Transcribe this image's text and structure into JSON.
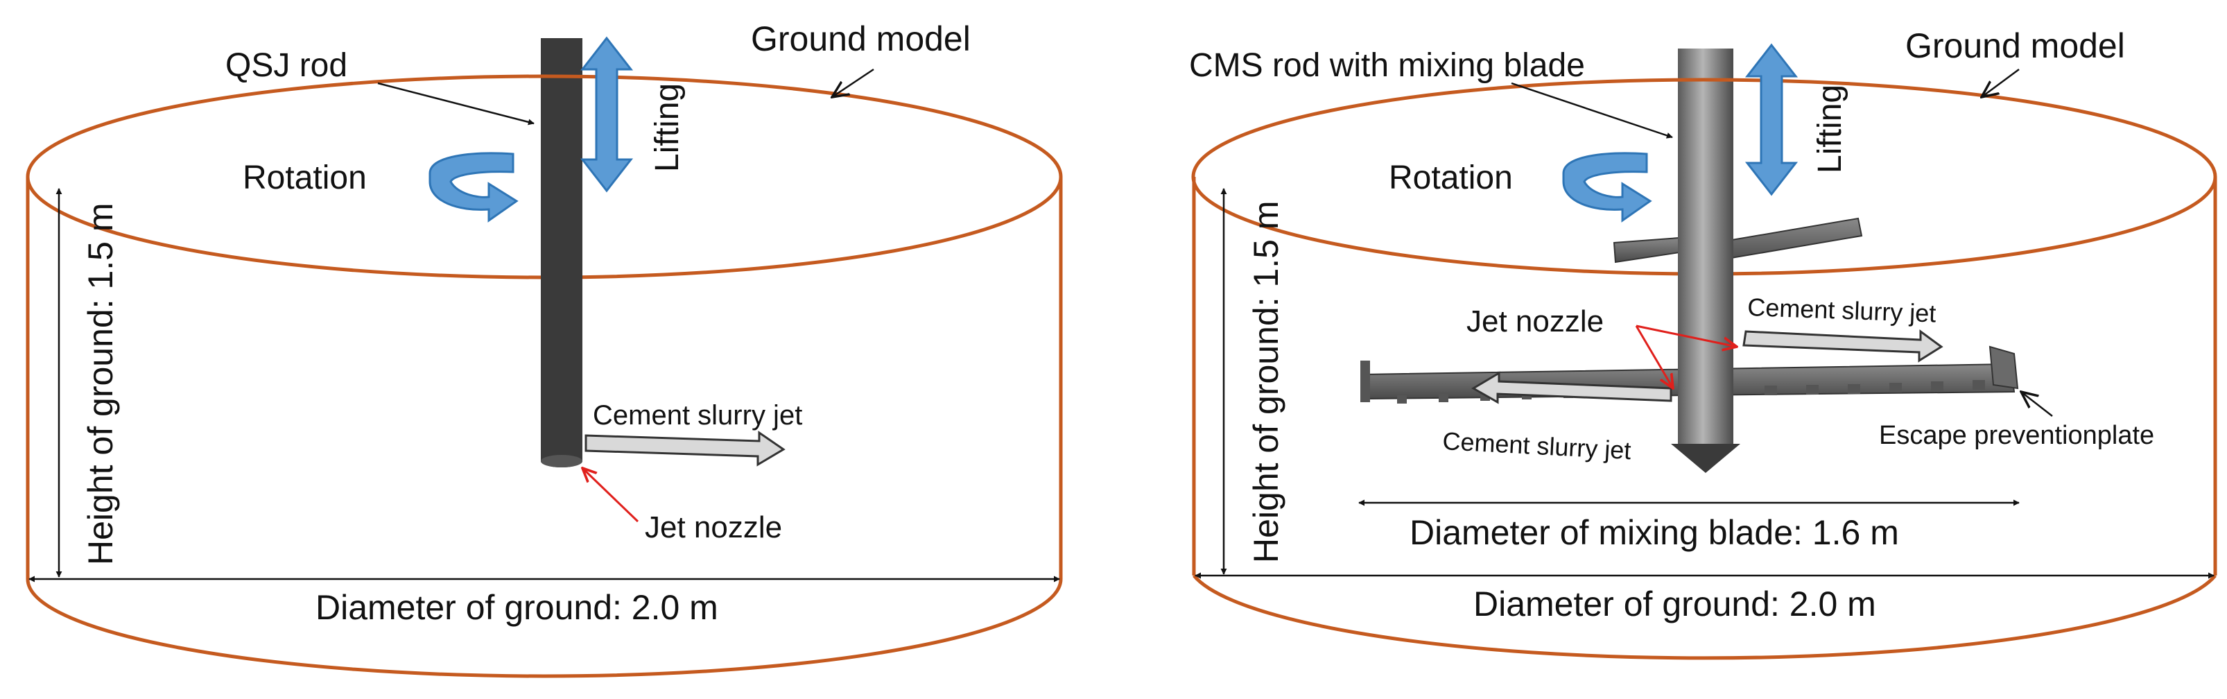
{
  "colors": {
    "cylinder": "#c55a1f",
    "rod_dark": "#3a3a3a",
    "arrow_blue": "#5b9bd5",
    "arrow_blue_edge": "#2e75b6",
    "jet_fill": "#d9d9d9",
    "jet_edge": "#333333",
    "pointer_red": "#e0201c",
    "pointer_black": "#111111"
  },
  "left_panel": {
    "rod_label": "QSJ rod",
    "ground_model_label": "Ground model",
    "rotation_label": "Rotation",
    "lifting_label": "Lifting",
    "height_label": "Height of ground: 1.5 m",
    "jet_label": "Cement slurry jet",
    "nozzle_label": "Jet nozzle",
    "diameter_label": "Diameter of ground: 2.0 m"
  },
  "right_panel": {
    "rod_label": "CMS rod with mixing blade",
    "ground_model_label": "Ground model",
    "rotation_label": "Rotation",
    "lifting_label": "Lifting",
    "height_label": "Height of ground: 1.5 m",
    "jet_label_upper": "Cement slurry jet",
    "jet_label_lower": "Cement slurry jet",
    "nozzle_label": "Jet nozzle",
    "escape_label": "Escape preventionplate",
    "blade_diameter_label": "Diameter of mixing blade: 1.6 m",
    "diameter_label": "Diameter of ground: 2.0 m"
  }
}
